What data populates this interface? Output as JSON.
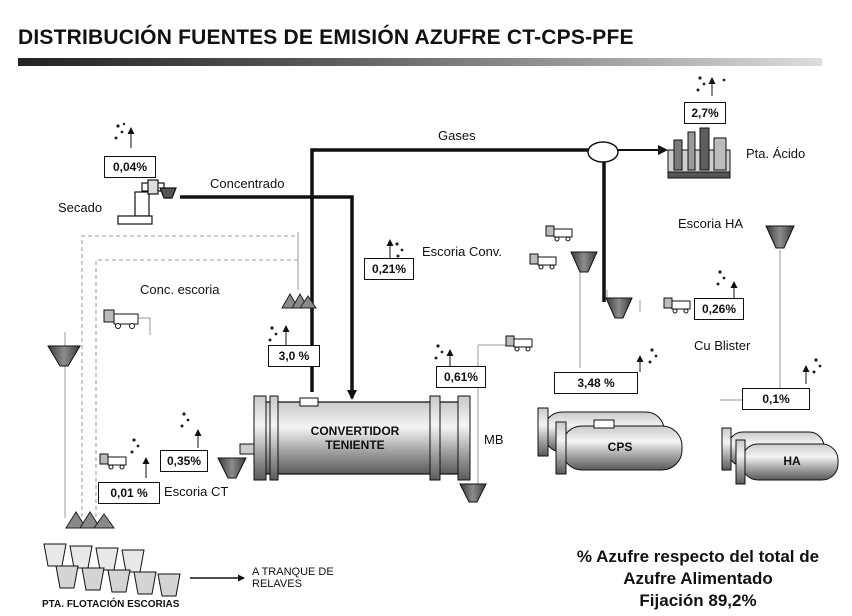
{
  "title": "DISTRIBUCIÓN FUENTES DE EMISIÓN AZUFRE CT-CPS-PFE",
  "labels": {
    "gases": "Gases",
    "pta_acido": "Pta. Ácido",
    "concentrado": "Concentrado",
    "secado": "Secado",
    "escoria_ha": "Escoria HA",
    "escoria_conv": "Escoria Conv.",
    "conc_escoria": "Conc. escoria",
    "cu_blister": "Cu Blister",
    "mb": "MB",
    "escoria_ct": "Escoria CT",
    "convertidor_line1": "CONVERTIDOR",
    "convertidor_line2": "TENIENTE",
    "cps": "CPS",
    "ha": "HA",
    "a_tranque_line1": "A TRANQUE DE",
    "a_tranque_line2": "RELAVES",
    "pta_flotacion": "PTA. FLOTACIÓN ESCORIAS"
  },
  "emissions": {
    "pta_acido": "2,7%",
    "secado": "0,04%",
    "escoria_conv": "0,21%",
    "conc_escoria": "3,0 %",
    "mb": "0,61%",
    "cps": "3,48 %",
    "cu_blister": "0,26%",
    "ha": "0,1%",
    "escoria_ct": "0,35%",
    "flotacion": "0,01 %"
  },
  "summary": {
    "line1": "% Azufre respecto del total de",
    "line2": "Azufre Alimentado",
    "line3": "Fijación 89,2%"
  }
}
